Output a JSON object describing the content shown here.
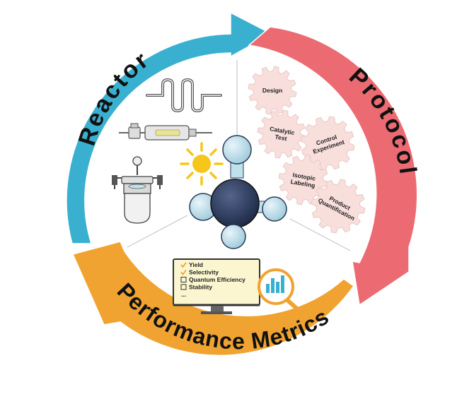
{
  "cycle": {
    "reactor_label": "Reactor",
    "protocol_label": "Protocol",
    "metrics_label": "Performance Metrics"
  },
  "protocol_steps": [
    {
      "lines": [
        "Design"
      ]
    },
    {
      "lines": [
        "Catalytic",
        "Test"
      ]
    },
    {
      "lines": [
        "Control",
        "Experiment"
      ]
    },
    {
      "lines": [
        "Isotopic",
        "Labeling"
      ]
    },
    {
      "lines": [
        "Product",
        "Quantification"
      ]
    }
  ],
  "metrics_checklist": [
    {
      "label": "Yield",
      "checked": true
    },
    {
      "label": "Selectivity",
      "checked": true
    },
    {
      "label": "Quantum Efficiency",
      "checked": false
    },
    {
      "label": "Stability",
      "checked": false
    },
    {
      "label": "...",
      "checked": null
    }
  ],
  "colors": {
    "reactor_arrow": "#3ab0d0",
    "protocol_arrow": "#ec6b72",
    "metrics_arrow": "#f0a331",
    "gear_fill": "#f8dfdc",
    "molecule_center": "#1f2f4f",
    "molecule_atom": "#bfe1ec",
    "sun": "#f7c61a"
  },
  "icons": [
    "flow-reactor-icon",
    "tube-reactor-icon",
    "autoclave-reactor-icon",
    "sun-icon",
    "methane-molecule-icon",
    "monitor-icon",
    "magnifier-chart-icon"
  ]
}
